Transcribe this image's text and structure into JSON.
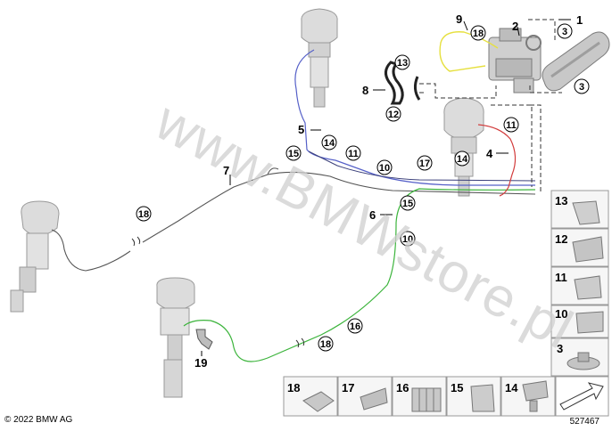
{
  "diagram": {
    "watermark": "www.BMWstore.pl",
    "copyright": "© 2022 BMW AG",
    "doc_id": "527467",
    "colors": {
      "line_gray": "#555555",
      "line_blue": "#5560c8",
      "line_green": "#3cb43c",
      "line_red": "#d23c3c",
      "line_yellow": "#e6e040",
      "part_gray": "#d8d8d8",
      "panel_bg": "#f6f6f6",
      "panel_border": "#999999"
    },
    "labels": {
      "l1": "1",
      "l2": "2",
      "l4": "4",
      "l5": "5",
      "l6": "6",
      "l7": "7",
      "l8": "8",
      "l9": "9",
      "l19": "19"
    },
    "callouts": {
      "c3a": "3",
      "c3b": "3",
      "c10a": "10",
      "c10b": "10",
      "c11a": "11",
      "c11b": "11",
      "c12": "12",
      "c13": "13",
      "c14a": "14",
      "c14b": "14",
      "c15a": "15",
      "c15b": "15",
      "c16": "16",
      "c17": "17",
      "c18a": "18",
      "c18b": "18",
      "c18c": "18"
    },
    "parts_panel": {
      "right": [
        "13",
        "12",
        "11",
        "10",
        "3"
      ],
      "bottom": [
        "18",
        "17",
        "16",
        "15",
        "14"
      ]
    }
  }
}
